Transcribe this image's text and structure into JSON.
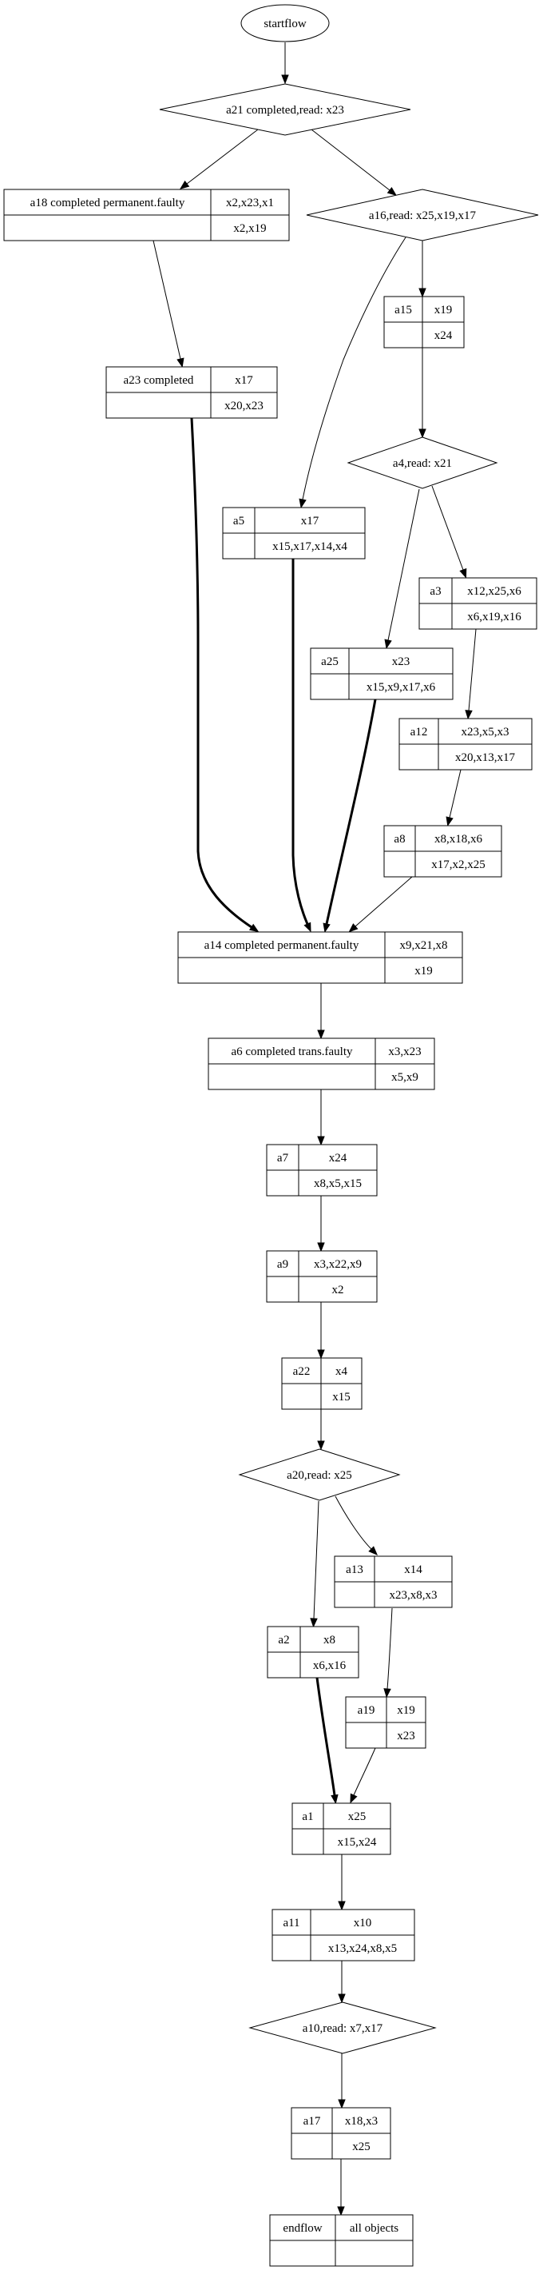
{
  "diagram": {
    "type": "flow-graph",
    "nodes": [
      {
        "id": "startflow",
        "shape": "ellipse",
        "label": "startflow"
      },
      {
        "id": "a21",
        "shape": "diamond",
        "label": "a21 completed,read: x23"
      },
      {
        "id": "a18",
        "shape": "record",
        "name": "a18 completed permanent.faulty",
        "top": "x2,x23,x1",
        "bottom": "x2,x19"
      },
      {
        "id": "a16",
        "shape": "diamond",
        "label": "a16,read: x25,x19,x17"
      },
      {
        "id": "a15",
        "shape": "record",
        "name": "a15",
        "top": "x19",
        "bottom": "x24"
      },
      {
        "id": "a23",
        "shape": "record",
        "name": "a23 completed",
        "top": "x17",
        "bottom": "x20,x23"
      },
      {
        "id": "a4",
        "shape": "diamond",
        "label": "a4,read: x21"
      },
      {
        "id": "a5",
        "shape": "record",
        "name": "a5",
        "top": "x17",
        "bottom": "x15,x17,x14,x4"
      },
      {
        "id": "a3",
        "shape": "record",
        "name": "a3",
        "top": "x12,x25,x6",
        "bottom": "x6,x19,x16"
      },
      {
        "id": "a25",
        "shape": "record",
        "name": "a25",
        "top": "x23",
        "bottom": "x15,x9,x17,x6"
      },
      {
        "id": "a12",
        "shape": "record",
        "name": "a12",
        "top": "x23,x5,x3",
        "bottom": "x20,x13,x17"
      },
      {
        "id": "a8",
        "shape": "record",
        "name": "a8",
        "top": "x8,x18,x6",
        "bottom": "x17,x2,x25"
      },
      {
        "id": "a14",
        "shape": "record",
        "name": "a14 completed permanent.faulty",
        "top": "x9,x21,x8",
        "bottom": "x19"
      },
      {
        "id": "a6",
        "shape": "record",
        "name": "a6 completed trans.faulty",
        "top": "x3,x23",
        "bottom": "x5,x9"
      },
      {
        "id": "a7",
        "shape": "record",
        "name": "a7",
        "top": "x24",
        "bottom": "x8,x5,x15"
      },
      {
        "id": "a9",
        "shape": "record",
        "name": "a9",
        "top": "x3,x22,x9",
        "bottom": "x2"
      },
      {
        "id": "a22",
        "shape": "record",
        "name": "a22",
        "top": "x4",
        "bottom": "x15"
      },
      {
        "id": "a20",
        "shape": "diamond",
        "label": "a20,read: x25"
      },
      {
        "id": "a13",
        "shape": "record",
        "name": "a13",
        "top": "x14",
        "bottom": "x23,x8,x3"
      },
      {
        "id": "a2",
        "shape": "record",
        "name": "a2",
        "top": "x8",
        "bottom": "x6,x16"
      },
      {
        "id": "a19",
        "shape": "record",
        "name": "a19",
        "top": "x19",
        "bottom": "x23"
      },
      {
        "id": "a1",
        "shape": "record",
        "name": "a1",
        "top": "x25",
        "bottom": "x15,x24"
      },
      {
        "id": "a11",
        "shape": "record",
        "name": "a11",
        "top": "x10",
        "bottom": "x13,x24,x8,x5"
      },
      {
        "id": "a10",
        "shape": "diamond",
        "label": "a10,read: x7,x17"
      },
      {
        "id": "a17",
        "shape": "record",
        "name": "a17",
        "top": "x18,x3",
        "bottom": "x25"
      },
      {
        "id": "endflow",
        "shape": "record",
        "name": "endflow",
        "top": "all objects",
        "bottom": ""
      }
    ],
    "edges": [
      {
        "from": "startflow",
        "to": "a21",
        "bold": false
      },
      {
        "from": "a21",
        "to": "a18",
        "bold": false
      },
      {
        "from": "a21",
        "to": "a16",
        "bold": false
      },
      {
        "from": "a18",
        "to": "a23",
        "bold": false
      },
      {
        "from": "a16",
        "to": "a15",
        "bold": false
      },
      {
        "from": "a16",
        "to": "a5",
        "bold": false
      },
      {
        "from": "a15",
        "to": "a4",
        "bold": false
      },
      {
        "from": "a4",
        "to": "a25",
        "bold": false
      },
      {
        "from": "a4",
        "to": "a3",
        "bold": false
      },
      {
        "from": "a3",
        "to": "a12",
        "bold": false
      },
      {
        "from": "a12",
        "to": "a8",
        "bold": false
      },
      {
        "from": "a23",
        "to": "a14",
        "bold": true
      },
      {
        "from": "a5",
        "to": "a14",
        "bold": true
      },
      {
        "from": "a25",
        "to": "a14",
        "bold": true
      },
      {
        "from": "a8",
        "to": "a14",
        "bold": false
      },
      {
        "from": "a14",
        "to": "a6",
        "bold": false
      },
      {
        "from": "a6",
        "to": "a7",
        "bold": false
      },
      {
        "from": "a7",
        "to": "a9",
        "bold": false
      },
      {
        "from": "a9",
        "to": "a22",
        "bold": false
      },
      {
        "from": "a22",
        "to": "a20",
        "bold": false
      },
      {
        "from": "a20",
        "to": "a2",
        "bold": false
      },
      {
        "from": "a20",
        "to": "a13",
        "bold": false
      },
      {
        "from": "a13",
        "to": "a19",
        "bold": false
      },
      {
        "from": "a2",
        "to": "a1",
        "bold": true
      },
      {
        "from": "a19",
        "to": "a1",
        "bold": false
      },
      {
        "from": "a1",
        "to": "a11",
        "bold": false
      },
      {
        "from": "a11",
        "to": "a10",
        "bold": false
      },
      {
        "from": "a10",
        "to": "a17",
        "bold": false
      },
      {
        "from": "a17",
        "to": "endflow",
        "bold": false
      }
    ]
  }
}
